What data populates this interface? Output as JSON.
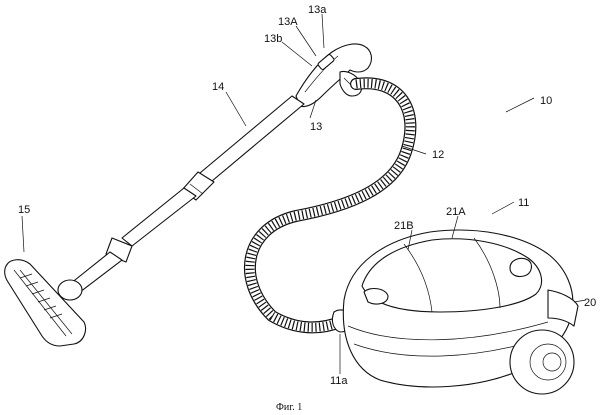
{
  "labels": {
    "l13a": "13a",
    "l13A": "13A",
    "l13b": "13b",
    "l13": "13",
    "l14": "14",
    "l10": "10",
    "l12": "12",
    "l15": "15",
    "l11": "11",
    "l21B": "21B",
    "l21A": "21A",
    "l20": "20",
    "l11a": "11a"
  },
  "caption": "Фиг. 1"
}
